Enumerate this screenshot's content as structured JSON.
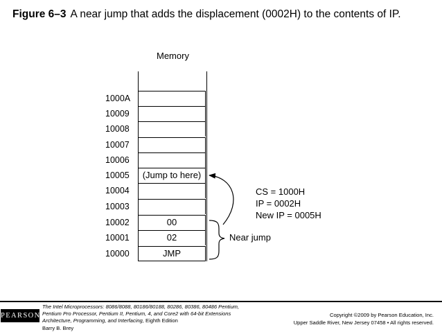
{
  "figure": {
    "label": "Figure 6–3",
    "caption": "A near jump that adds the displacement (0002H) to the contents of IP."
  },
  "memory": {
    "heading": "Memory",
    "rows": [
      {
        "address": "1000A",
        "content": ""
      },
      {
        "address": "10009",
        "content": ""
      },
      {
        "address": "10008",
        "content": ""
      },
      {
        "address": "10007",
        "content": ""
      },
      {
        "address": "10006",
        "content": ""
      },
      {
        "address": "10005",
        "content": "(Jump to here)"
      },
      {
        "address": "10004",
        "content": ""
      },
      {
        "address": "10003",
        "content": ""
      },
      {
        "address": "10002",
        "content": "00"
      },
      {
        "address": "10001",
        "content": "02"
      },
      {
        "address": "10000",
        "content": "JMP"
      }
    ]
  },
  "registers": {
    "cs": "CS = 1000H",
    "ip": "IP = 0002H",
    "new_ip": "New IP = 0005H"
  },
  "brace_label": "Near jump",
  "footer": {
    "publisher_logo": "PEARSON",
    "book_line1": "The Intel Microprocessors: 8086/8088, 80186/80188, 80286, 80386, 80486 Pentium,",
    "book_line2": "Pentium Pro Processor, Pentium II, Pentium, 4, and Core2 with 64-bit Extensions",
    "book_line3_italic": "Architecture, Programming, and Interfacing,",
    "book_line3_edition": "Eighth Edition",
    "author": "Barry B. Brey",
    "copyright": "Copyright ©2009 by Pearson Education, Inc.",
    "address": "Upper Saddle River, New Jersey 07458 • All rights reserved."
  }
}
